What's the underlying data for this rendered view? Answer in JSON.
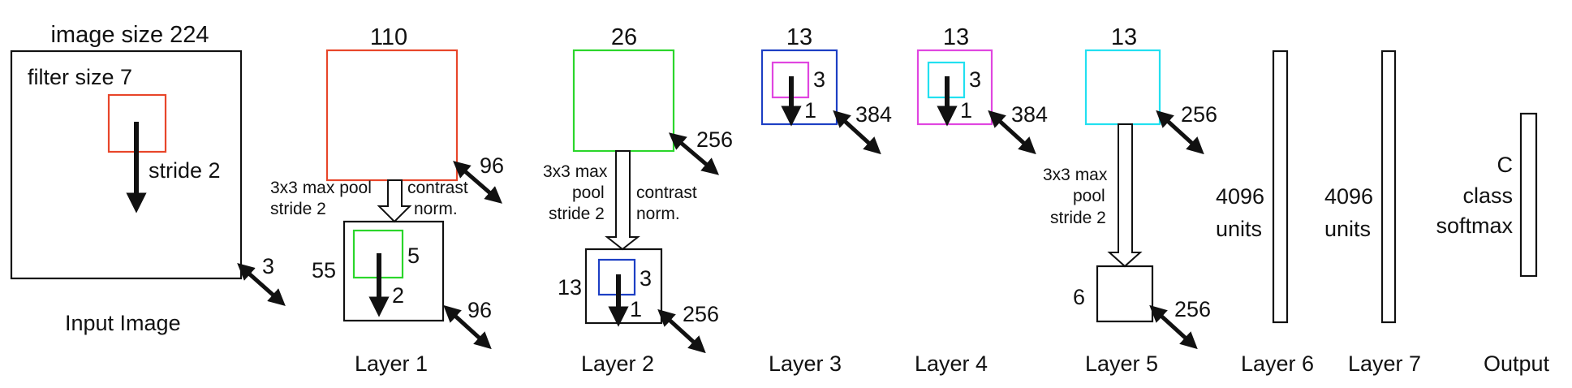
{
  "colors": {
    "black": "#111111",
    "red": "#e8462a",
    "green": "#2bd62b",
    "blue": "#1d3fc4",
    "magenta": "#e046e0",
    "cyan": "#22e0f0"
  },
  "input": {
    "title": "image size 224",
    "filter": "filter size 7",
    "stride": "stride 2",
    "depth": "3",
    "caption": "Input Image"
  },
  "layer1": {
    "size": "110",
    "depth": "96",
    "pool_line1": "3x3 max pool",
    "pool_line2": "stride 2",
    "norm_line1": "contrast",
    "norm_line2": "norm.",
    "pooled_size": "55",
    "filter": "5",
    "stride": "2",
    "pooled_depth": "96",
    "caption": "Layer 1"
  },
  "layer2": {
    "size": "26",
    "depth": "256",
    "pool_line1": "3x3 max",
    "pool_line2": "pool",
    "pool_line3": "stride 2",
    "norm_line1": "contrast",
    "norm_line2": "norm.",
    "pooled_size": "13",
    "filter": "3",
    "stride": "1",
    "pooled_depth": "256",
    "caption": "Layer 2"
  },
  "layer3": {
    "size": "13",
    "filter": "3",
    "stride": "1",
    "depth": "384",
    "caption": "Layer 3"
  },
  "layer4": {
    "size": "13",
    "filter": "3",
    "stride": "1",
    "depth": "384",
    "caption": "Layer 4"
  },
  "layer5": {
    "size": "13",
    "depth": "256",
    "pool_line1": "3x3 max",
    "pool_line2": "pool",
    "pool_line3": "stride 2",
    "pooled_size": "6",
    "pooled_depth": "256",
    "caption": "Layer 5"
  },
  "layer6": {
    "units_line1": "4096",
    "units_line2": "units",
    "caption": "Layer 6"
  },
  "layer7": {
    "units_line1": "4096",
    "units_line2": "units",
    "caption": "Layer 7"
  },
  "output": {
    "line1": "C",
    "line2": "class",
    "line3": "softmax",
    "caption": "Output"
  }
}
